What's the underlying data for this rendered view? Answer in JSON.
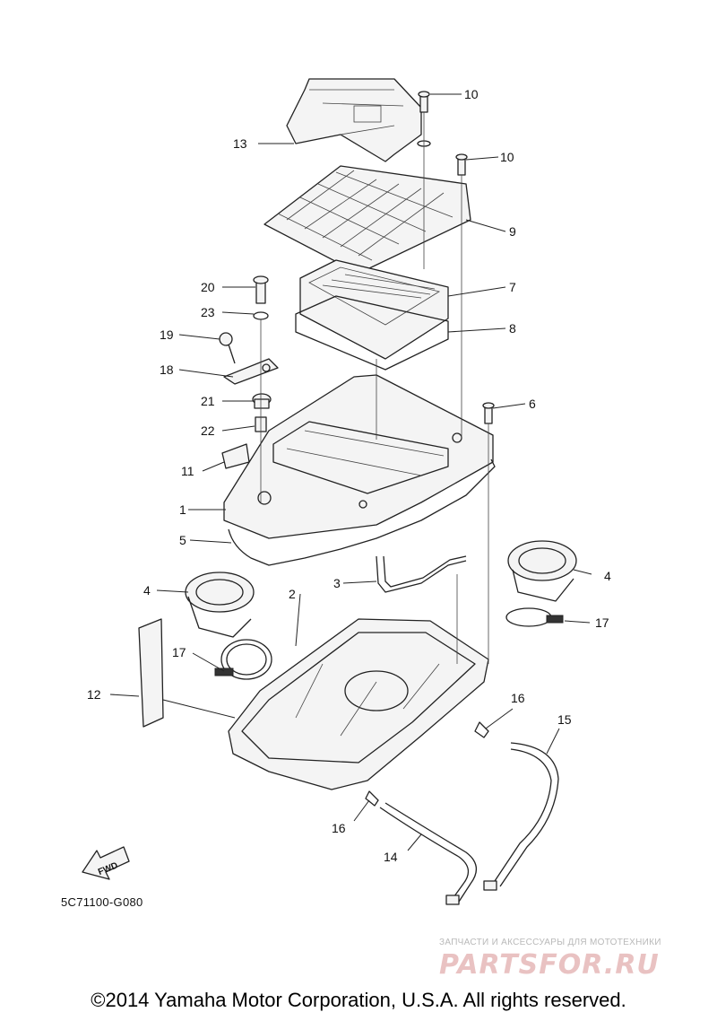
{
  "diagram": {
    "code": "5C71100-G080",
    "fwd_label": "FWD",
    "callouts": [
      "1",
      "2",
      "3",
      "4",
      "4",
      "5",
      "6",
      "7",
      "8",
      "9",
      "10",
      "10",
      "11",
      "12",
      "13",
      "14",
      "15",
      "16",
      "16",
      "17",
      "17",
      "18",
      "19",
      "20",
      "21",
      "22",
      "23"
    ]
  },
  "watermark": {
    "caption": "ЗАПЧАСТИ И АКСЕССУАРЫ ДЛЯ МОТОТЕХНИКИ",
    "logo": "PARTSFOR.RU"
  },
  "copyright": "©2014 Yamaha Motor Corporation, U.S.A. All rights reserved."
}
